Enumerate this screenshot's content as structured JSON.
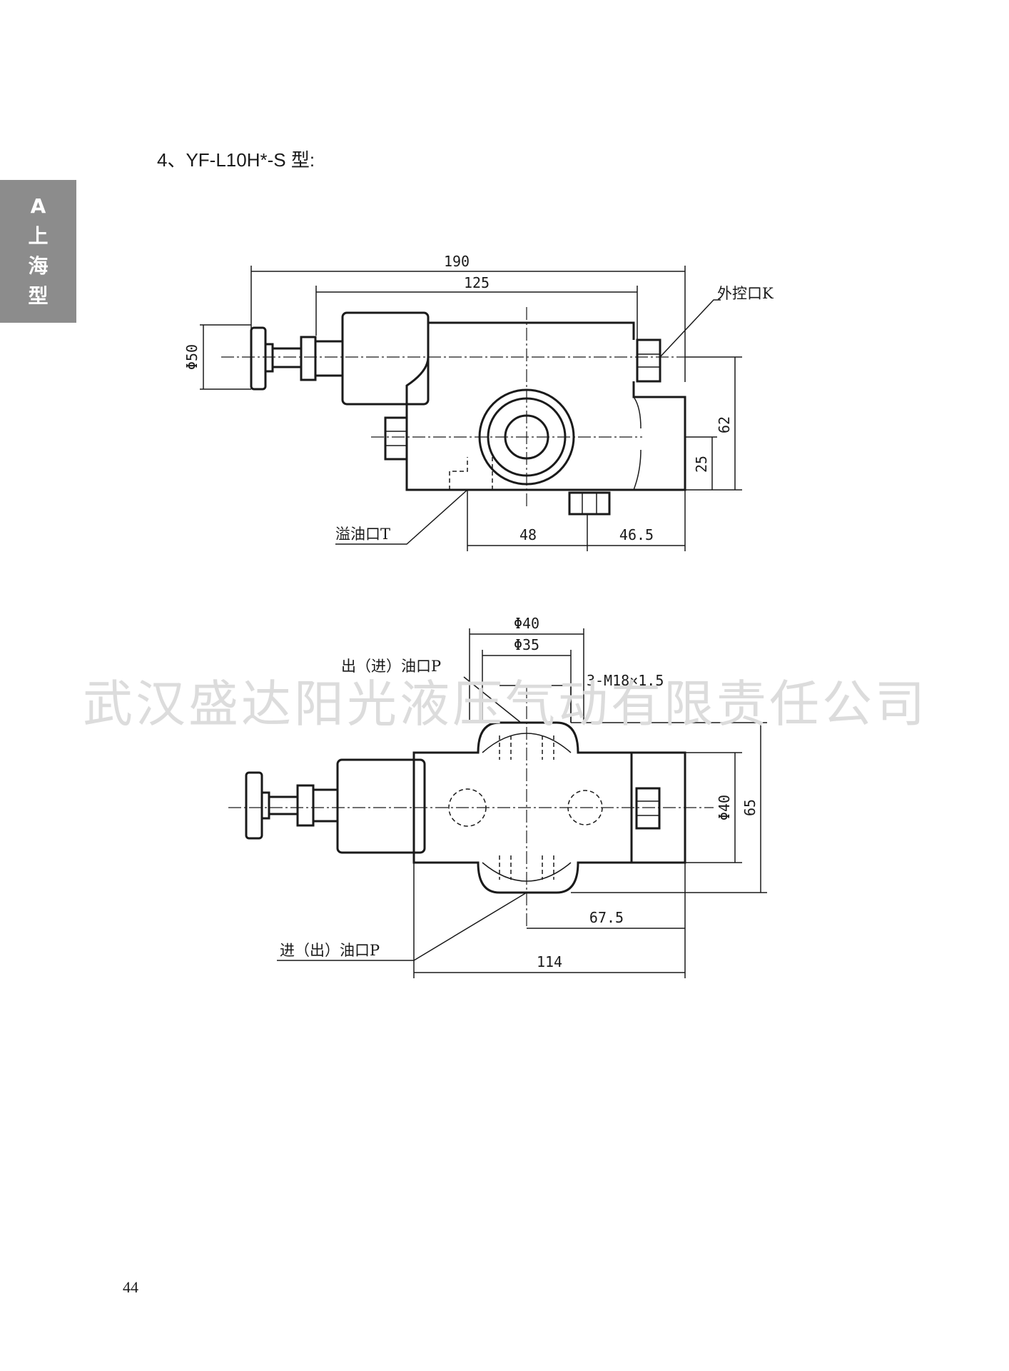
{
  "heading": "4、YF-L10H*-S 型:",
  "side_tab": {
    "l1": "A",
    "l2": "上",
    "l3": "海",
    "l4": "型"
  },
  "watermark": "武汉盛达阳光液压气动有限责任公司",
  "page_number": "44",
  "top_view": {
    "dim_190": "190",
    "dim_125": "125",
    "dim_phi50": "Φ50",
    "dim_62": "62",
    "dim_25": "25",
    "dim_48": "48",
    "dim_46_5": "46.5",
    "label_k": "外控口K",
    "label_t": "溢油口T"
  },
  "bottom_view": {
    "dim_phi40_top": "Φ40",
    "dim_phi35": "Φ35",
    "dim_thread": "3-M18×1.5",
    "dim_phi40_side": "Φ40",
    "dim_65": "65",
    "dim_67_5": "67.5",
    "dim_114": "114",
    "label_out_in": "出（进）油口P",
    "label_in_out": "进（出）油口P"
  }
}
